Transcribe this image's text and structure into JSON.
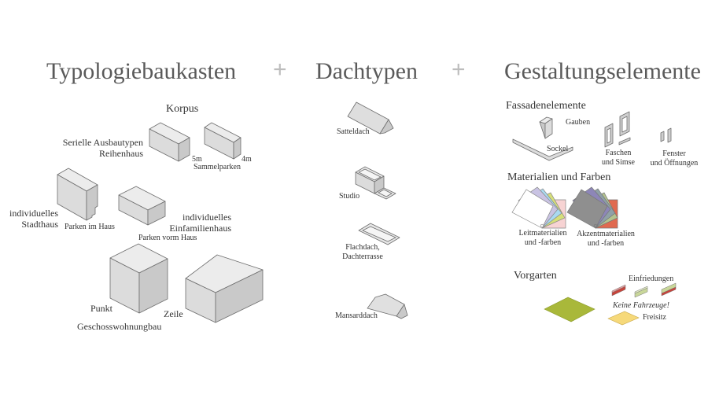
{
  "headers": {
    "typologie": "Typologiebaukasten",
    "plus1": "+",
    "dachtypen": "Dachtypen",
    "plus2": "+",
    "gestaltung": "Gestaltungselemente"
  },
  "typologie": {
    "korpus": "Korpus",
    "serielle_line1": "Serielle Ausbautypen",
    "serielle_line2": "Reihenhaus",
    "dim_5m": "5m",
    "dim_4m": "4m",
    "sammelparken": "Sammelparken",
    "stadthaus_line1": "individuelles",
    "stadthaus_line2": "Stadthaus",
    "parken_im_haus": "Parken im Haus",
    "efh_line1": "individuelles",
    "efh_line2": "Einfamilienhaus",
    "parken_vorm_haus": "Parken vorm Haus",
    "punkt": "Punkt",
    "zeile": "Zeile",
    "geschoss": "Geschosswohnungbau"
  },
  "dachtypen": {
    "satteldach": "Satteldach",
    "studio": "Studio",
    "flachdach_line1": "Flachdach,",
    "flachdach_line2": "Dachterrasse",
    "mansarddach": "Mansarddach"
  },
  "gestaltung": {
    "fassade_title": "Fassadenelemente",
    "gauben": "Gauben",
    "sockel": "Sockel",
    "faschen_line1": "Faschen",
    "faschen_line2": "und Simse",
    "fenster_line1": "Fenster",
    "fenster_line2": "und Öffnungen",
    "material_title": "Materialien und Farben",
    "leit_line1": "Leitmaterialien",
    "leit_line2": "und -farben",
    "akzent_line1": "Akzentmaterialien",
    "akzent_line2": "und -farben",
    "vorgarten_title": "Vorgarten",
    "einfriedungen": "Einfriedungen",
    "keine_fahrzeuge": "Keine Fahrzeuge!",
    "freisitz": "Freisitz"
  },
  "colors": {
    "title_text": "#5a5a5a",
    "plus": "#bdbdbd",
    "box_top": "#ececec",
    "box_left": "#dcdcdc",
    "box_right": "#c9c9c9",
    "outline": "#6e6e6e",
    "leit_swatches": [
      "#f7d3d3",
      "#d6df7a",
      "#a9d9f0",
      "#c9c3e3",
      "#ffffff"
    ],
    "akzent_swatches": [
      "#e06a50",
      "#b3c38f",
      "#8fa0a8",
      "#8d86b8",
      "#8f8f8f"
    ],
    "lawn": "#a9b83a",
    "freisitz": "#f6d97a",
    "fence_red": "#c8433a",
    "fence_green": "#c9d79a"
  }
}
